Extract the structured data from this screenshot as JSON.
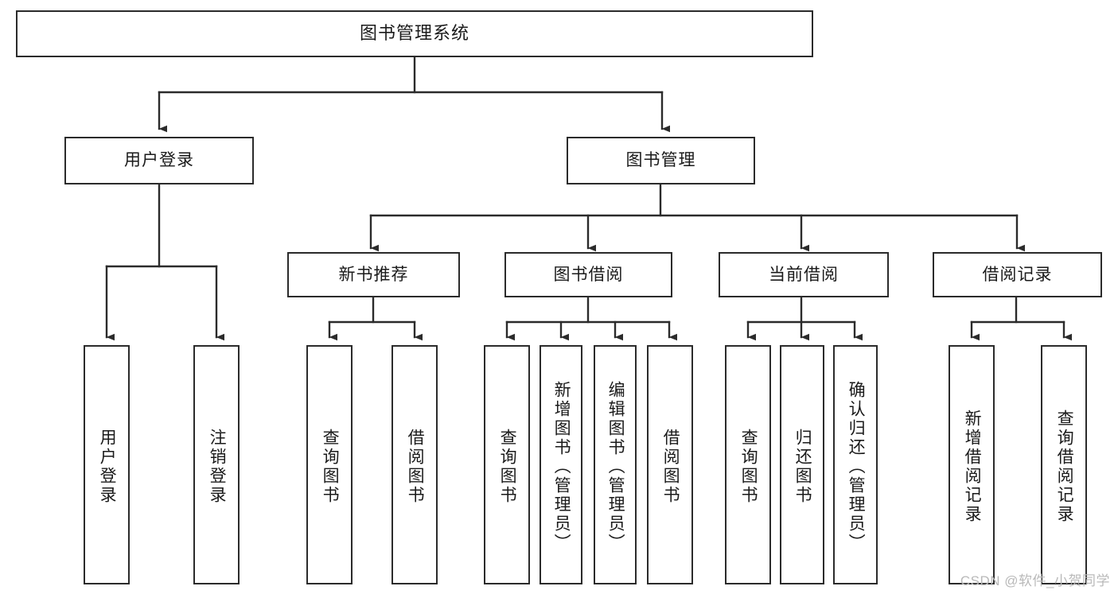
{
  "diagram": {
    "type": "tree",
    "title": "图书管理系统",
    "watermark": "CSDN @软件_小贺同学",
    "colors": {
      "background": "#ffffff",
      "node_fill": "#ffffff",
      "node_stroke": "#2b2b2b",
      "connector": "#2b2b2b",
      "text": "#1a1a1a",
      "watermark": "#b9b9b9"
    },
    "levels": {
      "root": "图书管理系统",
      "level2": [
        "用户登录",
        "图书管理"
      ],
      "level3": [
        "新书推荐",
        "图书借阅",
        "当前借阅",
        "借阅记录"
      ]
    },
    "nodes": {
      "root": {
        "label": "图书管理系统",
        "orientation": "horizontal"
      },
      "user_login": {
        "label": "用户登录",
        "orientation": "horizontal"
      },
      "book_manage": {
        "label": "图书管理",
        "orientation": "horizontal"
      },
      "new_book_rec": {
        "label": "新书推荐",
        "orientation": "horizontal"
      },
      "book_borrow": {
        "label": "图书借阅",
        "orientation": "horizontal"
      },
      "current_borrow": {
        "label": "当前借阅",
        "orientation": "horizontal"
      },
      "borrow_record": {
        "label": "借阅记录",
        "orientation": "horizontal"
      },
      "leaf_user_login": {
        "label": "用户登录",
        "orientation": "vertical"
      },
      "leaf_logout": {
        "label": "注销登录",
        "orientation": "vertical"
      },
      "leaf_query_book_1": {
        "label": "查询图书",
        "orientation": "vertical"
      },
      "leaf_borrow_book_1": {
        "label": "借阅图书",
        "orientation": "vertical"
      },
      "leaf_query_book_2": {
        "label": "查询图书",
        "orientation": "vertical"
      },
      "leaf_add_book": {
        "label": "新增图书（管理员）",
        "orientation": "vertical"
      },
      "leaf_edit_book": {
        "label": "编辑图书（管理员）",
        "orientation": "vertical"
      },
      "leaf_borrow_book_2": {
        "label": "借阅图书",
        "orientation": "vertical"
      },
      "leaf_query_book_3": {
        "label": "查询图书",
        "orientation": "vertical"
      },
      "leaf_return_book": {
        "label": "归还图书",
        "orientation": "vertical"
      },
      "leaf_confirm_return": {
        "label": "确认归还（管理员）",
        "orientation": "vertical"
      },
      "leaf_add_record": {
        "label": "新增借阅记录",
        "orientation": "vertical"
      },
      "leaf_query_record": {
        "label": "查询借阅记录",
        "orientation": "vertical"
      }
    },
    "edges": [
      {
        "from": "root",
        "to": "user_login"
      },
      {
        "from": "root",
        "to": "book_manage"
      },
      {
        "from": "user_login",
        "to": "leaf_user_login"
      },
      {
        "from": "user_login",
        "to": "leaf_logout"
      },
      {
        "from": "book_manage",
        "to": "new_book_rec"
      },
      {
        "from": "book_manage",
        "to": "book_borrow"
      },
      {
        "from": "book_manage",
        "to": "current_borrow"
      },
      {
        "from": "book_manage",
        "to": "borrow_record"
      },
      {
        "from": "new_book_rec",
        "to": "leaf_query_book_1"
      },
      {
        "from": "new_book_rec",
        "to": "leaf_borrow_book_1"
      },
      {
        "from": "book_borrow",
        "to": "leaf_query_book_2"
      },
      {
        "from": "book_borrow",
        "to": "leaf_add_book"
      },
      {
        "from": "book_borrow",
        "to": "leaf_edit_book"
      },
      {
        "from": "book_borrow",
        "to": "leaf_borrow_book_2"
      },
      {
        "from": "current_borrow",
        "to": "leaf_query_book_3"
      },
      {
        "from": "current_borrow",
        "to": "leaf_return_book"
      },
      {
        "from": "current_borrow",
        "to": "leaf_confirm_return"
      },
      {
        "from": "borrow_record",
        "to": "leaf_add_record"
      },
      {
        "from": "borrow_record",
        "to": "leaf_query_record"
      }
    ]
  }
}
